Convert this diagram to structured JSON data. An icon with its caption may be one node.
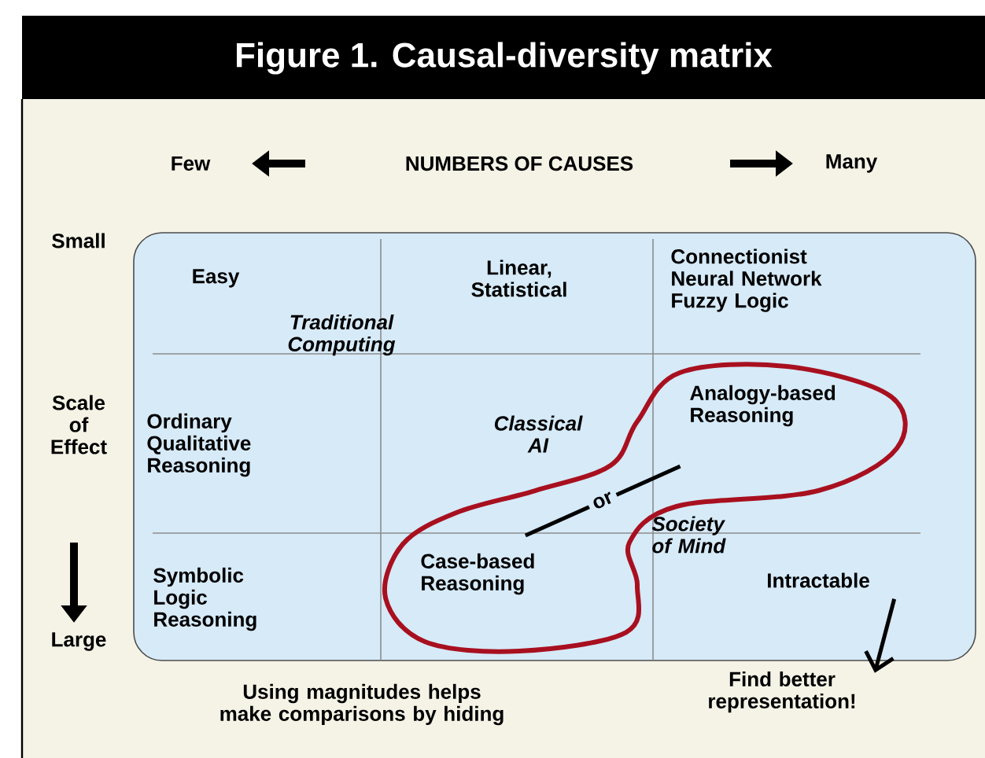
{
  "diagram": {
    "title": "Figure 1. Causal-diversity matrix",
    "nodes": [
      {
        "text": [
          "Case-based Reasoning"
        ]
      },
      {
        "text": [
          "Analogy-based Reasoning"
        ]
      },
      {
        "text": [
          "Intractable"
        ]
      },
      {
        "text": [
          "Find better representation!"
        ]
      }
    ],
    "edges": [
      {
        "from": 0,
        "to": 1,
        "arrow": "none",
        "label": "or"
      },
      {
        "from": 2,
        "to": 3,
        "arrow": "to"
      }
    ],
    "labels": [
      "Few",
      "NUMBERS OF CAUSES",
      "Many",
      "Small",
      "Scale of Effect",
      "Large",
      "Easy",
      "Linear, Statistical",
      "Connectionist Neural Network Fuzzy Logic",
      "Traditional Computing",
      "Ordinary Qualitative Reasoning",
      "Classical AI",
      "Society of Mind",
      "Symbolic Logic Reasoning",
      "Using magnitudes helps make comparisons by hiding"
    ]
  }
}
